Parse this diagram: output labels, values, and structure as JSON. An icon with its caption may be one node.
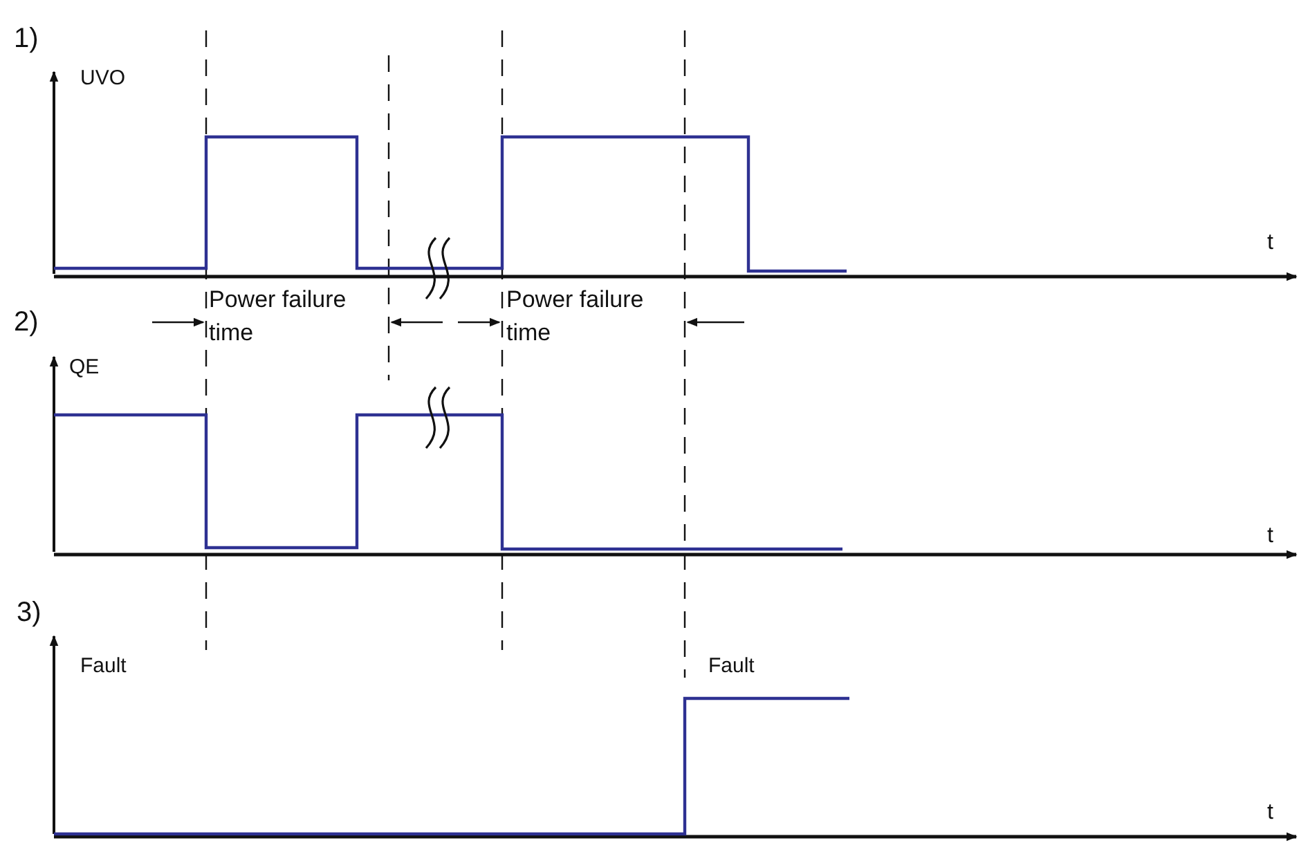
{
  "diagram": {
    "labels": [
      "1)",
      "UVO",
      "t",
      "Power failure time",
      "Power failure time",
      "2)",
      "QE",
      "t",
      "3)",
      "Fault",
      "Fault",
      "t"
    ]
  }
}
